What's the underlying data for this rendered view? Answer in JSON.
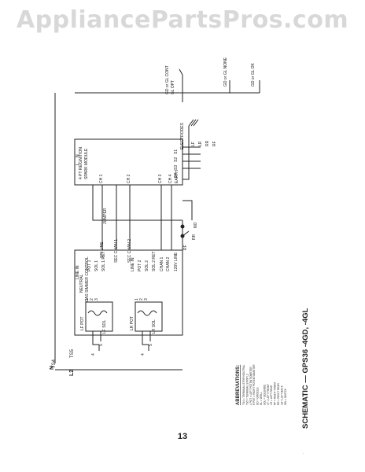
{
  "watermark": "AppliancePartsPros.com",
  "page_number": "13",
  "title": "SCHEMATIC — GPS36 -4GD, -4GL",
  "abbreviations": {
    "heading": "ABBREVIATIONS:",
    "items": [
      "TS4 = TERMINAL STRIP NEUTRAL",
      "TS5 = TERMINAL STRIP L2",
      "L POT = LEFT POTENTIOMETER",
      "R POT = RIGHT POTENTIOMETER",
      "GD = GRIDDLE",
      "GL = GRILL",
      "SOL = SOLENOID",
      "LF = LEFT FRONT",
      "LR = LEFT REAR",
      "RF = RIGHT FRONT",
      "RR = RIGHT REAR",
      "LB = LEFT BACK",
      "SW = SWITCH"
    ]
  },
  "labels": {
    "n": "N",
    "ts4": "TS4",
    "l2": "L2",
    "ts5": "TS5",
    "lf_pot": "LF POT",
    "lr_pot": "LR POT",
    "lf_sol": "LF SOL",
    "lr_sol": "LR SOL",
    "pot_pins": [
      "1",
      "2",
      "3",
      "1",
      "2",
      "3"
    ],
    "sol_pins": [
      "4",
      "5",
      "4",
      "5"
    ],
    "gas_control": [
      "NEUTRAL",
      "GAS SIMMER CONTROL"
    ],
    "gas_pins": [
      "LINE IN",
      "POT 1",
      "SOL 1",
      "SOL 1 RET",
      "POT 2",
      "LINE IN",
      "SOL 2",
      "SOL 2 RET",
      "CHAN 1",
      "CHAN 2",
      "120V LINE",
      "SPI LINE",
      "SEC CHAN 1",
      "SEC CHAN 2"
    ],
    "reignition": [
      "4 PT REIGNITION",
      "SPARK MODULE"
    ],
    "spark_pins": [
      "N",
      "L",
      "CH 1",
      "CH 2",
      "CH 3",
      "CH 4",
      "EARTH"
    ],
    "electrodes": "ELECTRODES",
    "electrode_tags": [
      "LF",
      "LR",
      "RR",
      "RF"
    ],
    "electrode_nums": [
      "S1",
      "S2",
      "S3",
      "S4"
    ],
    "jumper": "JUMPER",
    "no": "NO",
    "rf": "RF",
    "rr": "RR",
    "gd_gl_ok": "GD or GL OK",
    "gd_gl_none": "GD or GL NONE",
    "gd_gl_cont": "GD or GL CONT",
    "gd_gl_opt": "GL OPT"
  }
}
